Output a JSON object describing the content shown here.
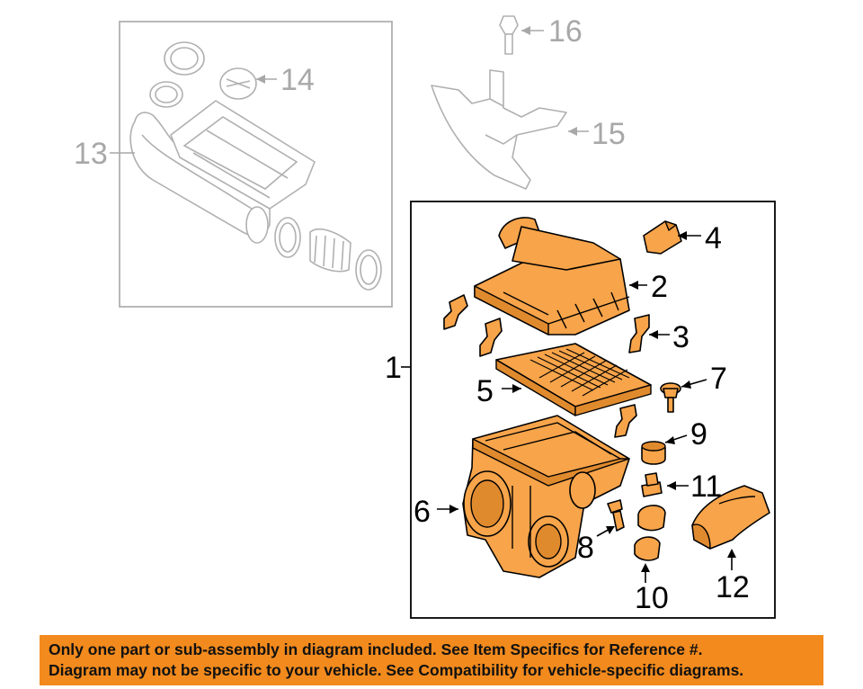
{
  "diagram": {
    "callouts_assembly": [
      "1",
      "2",
      "3",
      "4",
      "5",
      "6",
      "7",
      "8",
      "9",
      "10",
      "11",
      "12"
    ],
    "callouts_reference": [
      "13",
      "14",
      "15",
      "16"
    ]
  },
  "notice": {
    "line1": "Only one part or sub-assembly in diagram included. See Item Specifics for Reference #.",
    "line2": "Diagram may not be specific to your vehicle. See Compatibility for vehicle-specific diagrams."
  },
  "colors": {
    "part_fill": "#f7a44a",
    "banner": "#f28a1d",
    "reference_gray": "#a8a8a8"
  }
}
